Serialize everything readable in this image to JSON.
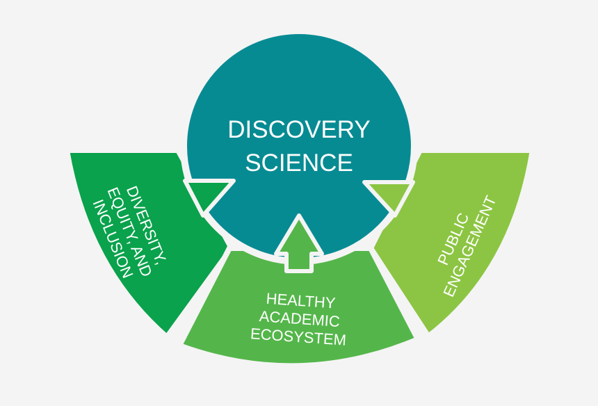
{
  "diagram": {
    "center": {
      "line1": "DISCOVERY",
      "line2": "SCIENCE",
      "color": "#078b93"
    },
    "segments": [
      {
        "id": "left",
        "lines": [
          "DIVERSITY,",
          "EQUITY, AND",
          "INCLUSION"
        ],
        "color": "#0aa24c"
      },
      {
        "id": "bottom",
        "lines": [
          "HEALTHY",
          "ACADEMIC",
          "ECOSYSTEM"
        ],
        "color": "#54b64a"
      },
      {
        "id": "right",
        "lines": [
          "PUBLIC",
          "ENGAGEMENT"
        ],
        "color": "#8cc543"
      }
    ],
    "background": "#f4f4f4"
  }
}
